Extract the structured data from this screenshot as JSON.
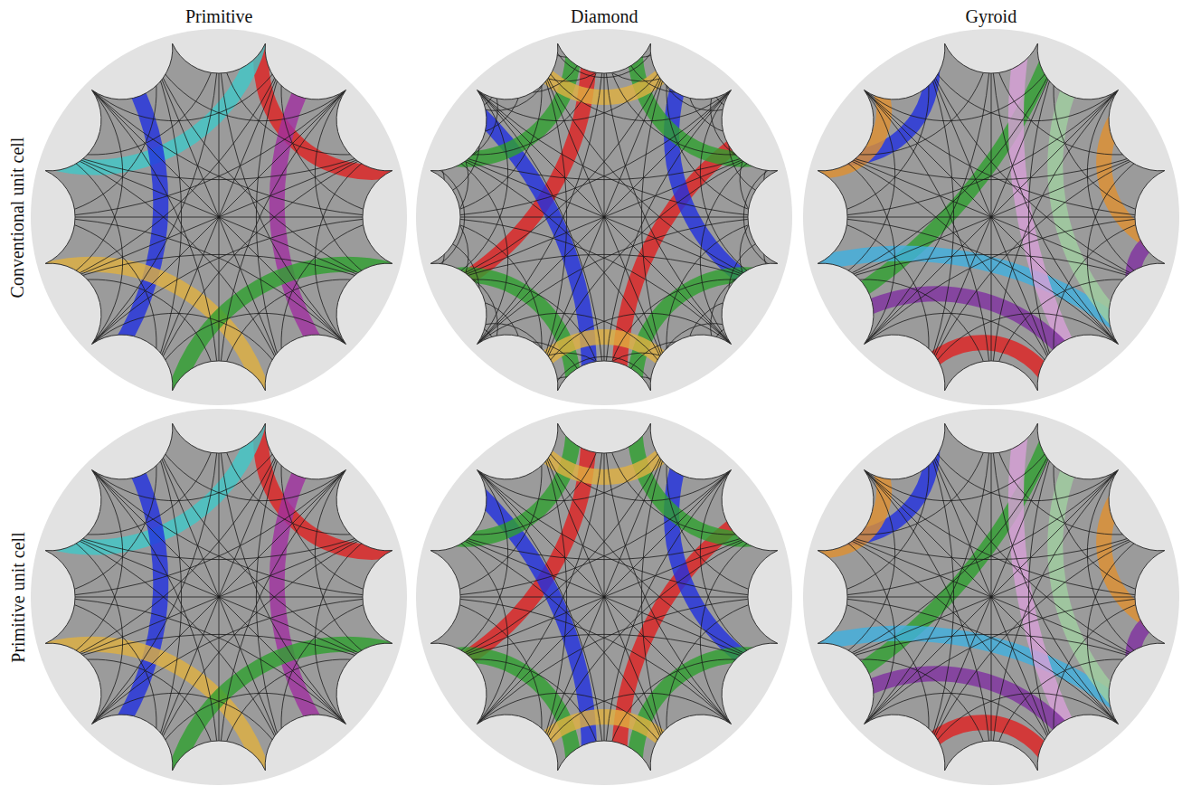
{
  "diagram": {
    "labels": [
      "Primitive",
      "Diamond",
      "Gyroid",
      "Conventional unit cell",
      "Primitive unit cell"
    ]
  }
}
